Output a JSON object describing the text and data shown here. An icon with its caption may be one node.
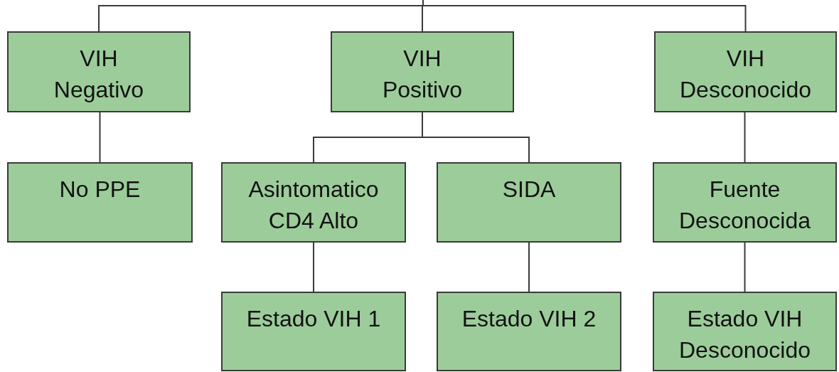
{
  "diagram": {
    "nodes": [
      {
        "text": [
          "VIH Negativo"
        ]
      },
      {
        "text": [
          "VIH Positivo"
        ]
      },
      {
        "text": [
          "VIH Desconocido"
        ]
      },
      {
        "text": [
          "No PPE"
        ]
      },
      {
        "text": [
          "Asintomatico CD4 Alto"
        ]
      },
      {
        "text": [
          "SIDA"
        ]
      },
      {
        "text": [
          "Fuente Desconocida"
        ]
      },
      {
        "text": [
          "Estado VIH 1"
        ]
      },
      {
        "text": [
          "Estado VIH 2"
        ]
      },
      {
        "text": [
          "Estado VIH Desconocido"
        ]
      }
    ],
    "edges": [
      {
        "from": null,
        "to": 0,
        "arrow": "none"
      },
      {
        "from": null,
        "to": 1,
        "arrow": "none"
      },
      {
        "from": null,
        "to": 2,
        "arrow": "none"
      },
      {
        "from": 0,
        "to": 3,
        "arrow": "none"
      },
      {
        "from": 1,
        "to": 4,
        "arrow": "none"
      },
      {
        "from": 1,
        "to": 5,
        "arrow": "none"
      },
      {
        "from": 2,
        "to": 6,
        "arrow": "none"
      },
      {
        "from": 4,
        "to": 7,
        "arrow": "none"
      },
      {
        "from": 5,
        "to": 8,
        "arrow": "none"
      },
      {
        "from": 6,
        "to": 9,
        "arrow": "none"
      }
    ]
  }
}
